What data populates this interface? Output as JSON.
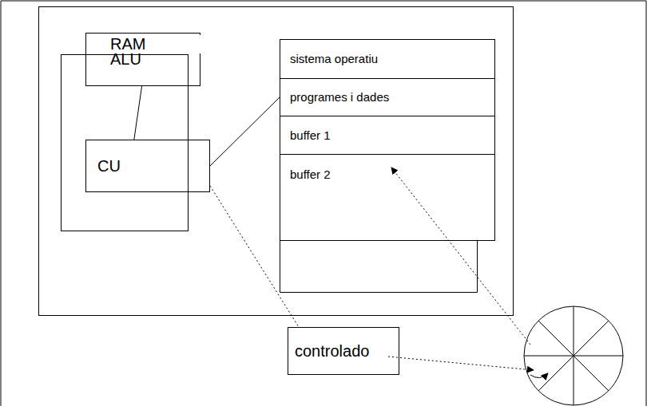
{
  "diagram": {
    "nodes": [
      {
        "text": [
          "RAM"
        ]
      },
      {
        "text": [
          "ALU"
        ],
        "in": 0
      },
      {
        "text": [
          "CU"
        ],
        "in": 0
      },
      {
        "text": [
          "sistema operatiu"
        ]
      },
      {
        "text": [
          "programes i dades"
        ]
      },
      {
        "text": [
          "buffer 1"
        ]
      },
      {
        "text": [
          "buffer 2"
        ]
      },
      {
        "text": [
          "controlado"
        ]
      }
    ],
    "edges": [
      {
        "from": 1,
        "to": 2,
        "arrow": "none"
      },
      {
        "from": 2,
        "to": 4,
        "arrow": "none"
      },
      {
        "from": 2,
        "to": 7,
        "arrow": "none"
      }
    ]
  }
}
